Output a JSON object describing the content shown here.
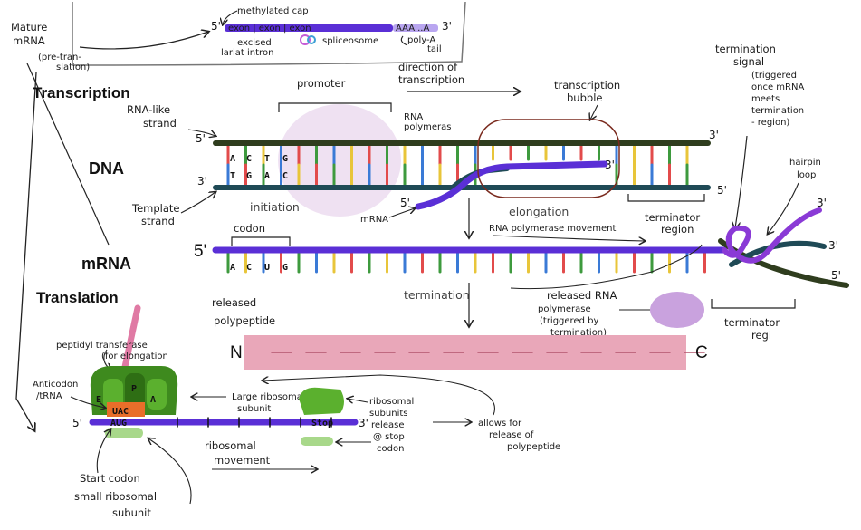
{
  "mature_mrna_box": {
    "title_line1": "Mature",
    "title_line2": "mRNA",
    "subtitle_line1": "(pre-tran-",
    "subtitle_line2": "slation)",
    "methylated_cap": "methylated cap",
    "five_prime": "5'",
    "three_prime": "3'",
    "exon_text": "exon  |  exon  |  exon",
    "poly_a_seq": "AAA...A",
    "excised_line1": "excised",
    "excised_line2": "lariat intron",
    "spliceosome": "spliceosome",
    "poly_a_tail_line1": "poly-A",
    "poly_a_tail_line2": "tail"
  },
  "transcription": {
    "heading": "Transcription",
    "rna_like_line1": "RNA-like",
    "rna_like_line2": "strand",
    "dna_label": "DNA",
    "five_prime": "5'",
    "three_prime": "3'",
    "template_line1": "Template",
    "template_line2": "strand",
    "top_bases": [
      "A",
      "C",
      "T",
      "G"
    ],
    "bottom_bases": [
      "T",
      "G",
      "A",
      "C"
    ],
    "promoter": "promoter",
    "direction_line1": "direction of",
    "direction_line2": "transcription",
    "bubble_line1": "transcription",
    "bubble_line2": "bubble",
    "rna_pol_line1": "RNA",
    "rna_pol_line2": "polymeras",
    "initiation": "initiation",
    "mrna": "mRNA",
    "elongation": "elongation",
    "termination_signal": [
      "termination",
      "signal",
      "(triggered",
      "once mRNA",
      "meets",
      "termination",
      "- region)"
    ],
    "hairpin_line1": "hairpin",
    "hairpin_line2": "loop",
    "terminator_region_line1": "terminator",
    "terminator_region_line2": "region",
    "right_five": "5'",
    "right_three": "3'",
    "strand_three_a": "3'",
    "strand_three_b": "3'",
    "strand_five": "5'"
  },
  "mrna_row": {
    "label": "mRNA",
    "five_prime": "5'",
    "codon": "codon",
    "bases": [
      "A",
      "C",
      "U",
      "G"
    ],
    "rna_pol_movement": "RNA polymerase movement",
    "termination": "termination",
    "released_pol": [
      "released RNA",
      "polymerase",
      "(triggered by",
      "termination)"
    ],
    "terminator_regi_line1": "terminator",
    "terminator_regi_line2": "regi"
  },
  "translation": {
    "heading": "Translation",
    "peptidyl_line1": "peptidyl transferase",
    "peptidyl_line2": "(for elongation",
    "released_line1": "released",
    "released_line2": "polypeptide",
    "n_term": "N",
    "c_term": "C",
    "anticodon_line1": "Anticodon",
    "anticodon_line2": "/tRNA",
    "site_e": "E",
    "site_p": "P",
    "site_a": "A",
    "anticodon_seq": "UAC",
    "start_seq": "AUG",
    "stop": "Stop",
    "five_prime": "5'",
    "three_prime": "3'",
    "large_sub_line1": "Large ribosomal",
    "large_sub_line2": "subunit",
    "ribo_release": [
      "ribosomal",
      "subunits",
      "release",
      "@ stop",
      "codon"
    ],
    "allows": [
      "allows for",
      "release of",
      "polypeptide"
    ],
    "ribo_move_line1": "ribosomal",
    "ribo_move_line2": "movement",
    "start_codon": "Start codon",
    "small_sub_line1": "small ribosomal",
    "small_sub_line2": "subunit"
  },
  "colors": {
    "dna_top": "#2f3d1e",
    "dna_bottom": "#1f4a56",
    "mrna": "#5a2fd6",
    "ribosome_dark": "#3e8a1e",
    "ribosome_light": "#7fc24a",
    "polypeptide": "#e9a7b9",
    "rna_pol": "#ecdcf0",
    "released_pol": "#c9a2de",
    "trna": "#e86e2a",
    "bubble": "#7a2a1e"
  }
}
